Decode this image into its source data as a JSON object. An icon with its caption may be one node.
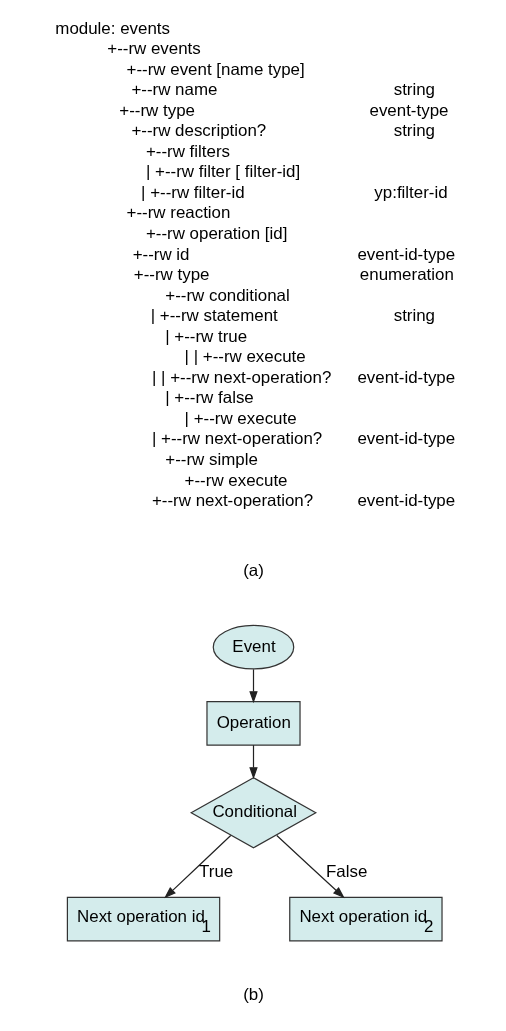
{
  "diagram": {
    "nodes": [
      {
        "text": [
          "Event"
        ]
      },
      {
        "text": [
          "Operation"
        ]
      },
      {
        "text": [
          "Conditional"
        ]
      },
      {
        "text": [
          "Next operation id$_{1}$"
        ]
      },
      {
        "text": [
          "Next operation id$_{2}$"
        ]
      }
    ],
    "edges": [
      {
        "from": 0,
        "to": 1,
        "arrow": "to"
      },
      {
        "from": 1,
        "to": 2,
        "arrow": "to"
      },
      {
        "from": 2,
        "to": 3,
        "arrow": "to",
        "label": "True"
      },
      {
        "from": 2,
        "to": 4,
        "arrow": "to",
        "label": "False"
      }
    ],
    "labels": [
      "module: events",
      "+--rw events",
      "+--rw event [name type]",
      "+--rw name",
      "string",
      "+--rw type",
      "event-type",
      "+--rw description?",
      "string",
      "+--rw filters",
      "| +--rw filter [ filter-id]",
      "| +--rw filter-id",
      "yp:filter-id",
      "+--rw reaction",
      "+--rw operation [id]",
      "+--rw id",
      "event-id-type",
      "+--rw type",
      "enumeration",
      "+--rw conditional",
      "| +--rw statement",
      "string",
      "| +--rw true",
      "| | +--rw execute",
      "| | +--rw next-operation?",
      "event-id-type",
      "| +--rw false",
      "| +--rw execute",
      "| +--rw next-operation?",
      "event-id-type",
      "+--rw simple",
      "+--rw execute",
      "+--rw next-operation?",
      "event-id-type",
      "(a)",
      "(b)"
    ]
  }
}
